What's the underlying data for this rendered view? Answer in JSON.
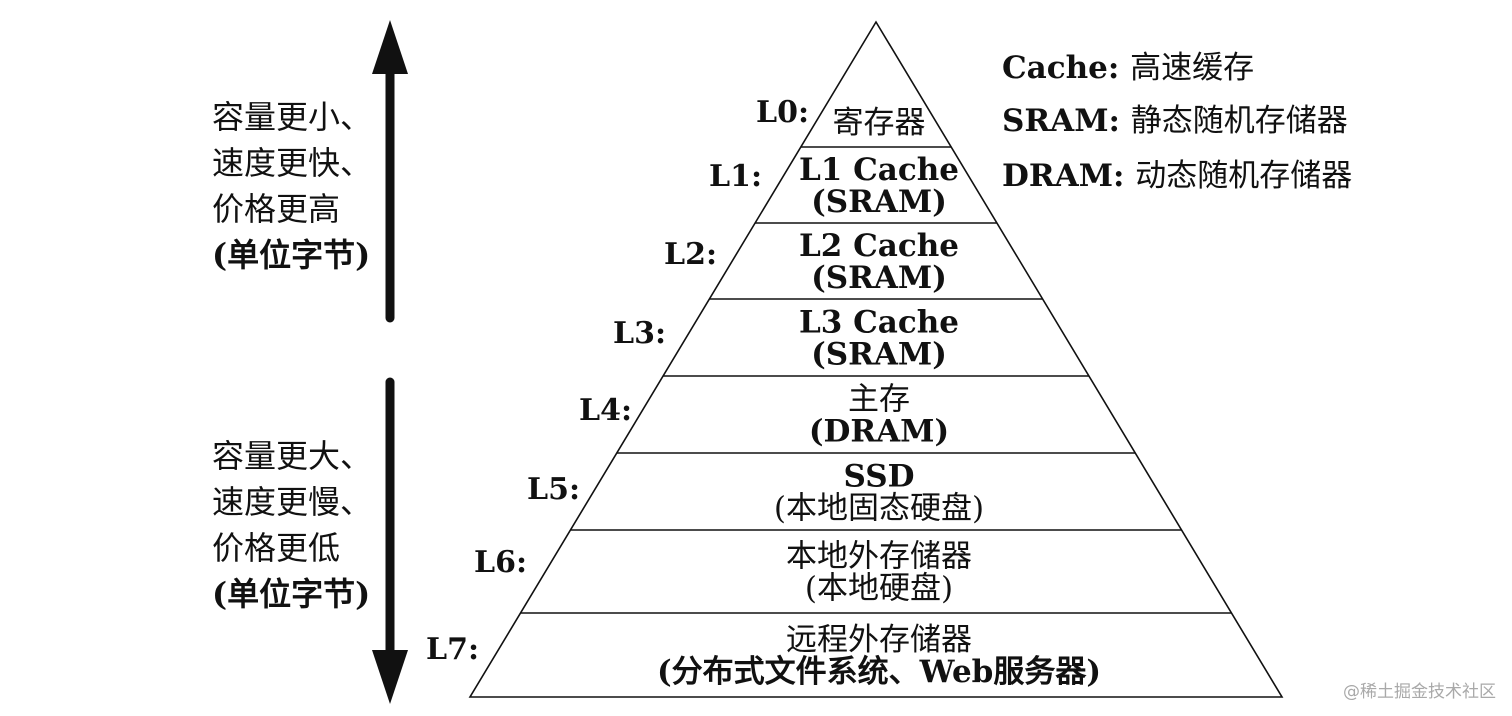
{
  "levels": [
    {
      "label": "L0:",
      "lines": [
        "寄存器"
      ]
    },
    {
      "label": "L1:",
      "lines": [
        "L1 Cache",
        "(SRAM)"
      ]
    },
    {
      "label": "L2:",
      "lines": [
        "L2 Cache",
        "(SRAM)"
      ]
    },
    {
      "label": "L3:",
      "lines": [
        "L3 Cache",
        "(SRAM)"
      ]
    },
    {
      "label": "L4:",
      "lines": [
        "主存",
        "(DRAM)"
      ]
    },
    {
      "label": "L5:",
      "lines": [
        "SSD",
        "(本地固态硬盘)"
      ]
    },
    {
      "label": "L6:",
      "lines": [
        "本地外存储器",
        "(本地硬盘)"
      ]
    },
    {
      "label": "L7:",
      "lines": [
        "远程外存储器",
        "(分布式文件系统、Web服务器)"
      ]
    }
  ],
  "legend": [
    {
      "key": "Cache:",
      "value": "高速缓存"
    },
    {
      "key": "SRAM:",
      "value": "静态随机存储器"
    },
    {
      "key": "DRAM:",
      "value": "动态随机存储器"
    }
  ],
  "side_notes": {
    "top": [
      "容量更小、",
      "速度更快、",
      "价格更高",
      "(单位字节)"
    ],
    "bottom": [
      "容量更大、",
      "速度更慢、",
      "价格更低",
      "(单位字节)"
    ]
  },
  "watermark": "@稀土掘金技术社区",
  "colors": {
    "ink": "#111111",
    "background": "#ffffff",
    "watermark": "#a9a9a9"
  }
}
